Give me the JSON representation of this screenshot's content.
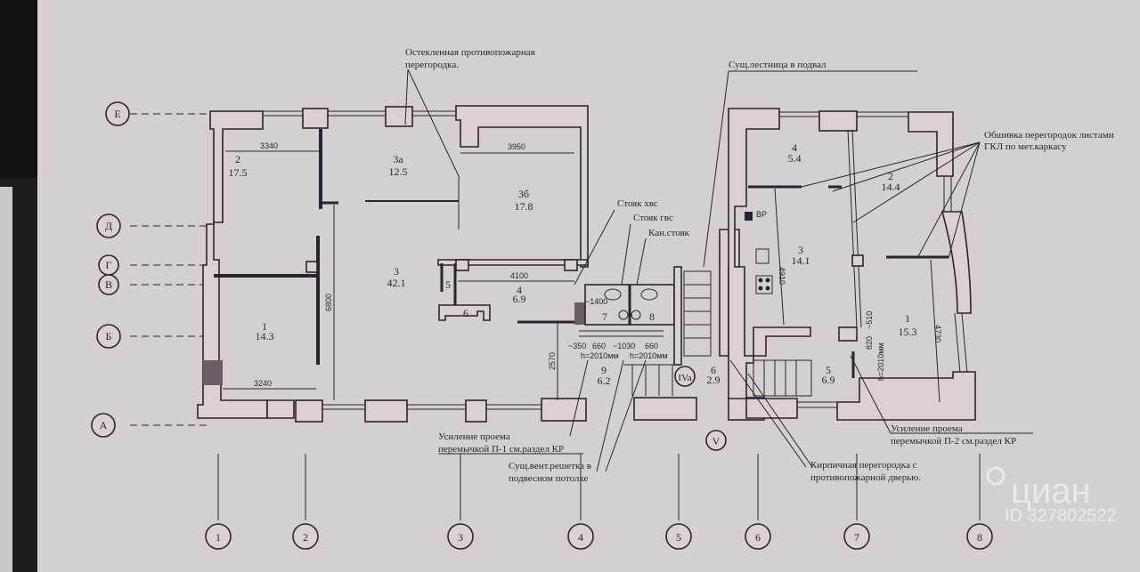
{
  "axes_rows": [
    "Е",
    "Д",
    "Г",
    "В",
    "Б",
    "А"
  ],
  "axes_cols": [
    "1",
    "2",
    "3",
    "4",
    "5",
    "6",
    "7",
    "8"
  ],
  "rooms_left": [
    {
      "num": "2",
      "area": "17.5"
    },
    {
      "num": "3а",
      "area": "12.5"
    },
    {
      "num": "3б",
      "area": "17.8"
    },
    {
      "num": "3",
      "area": "42.1"
    },
    {
      "num": "1",
      "area": "14.3"
    },
    {
      "num": "4",
      "area": "6.9"
    },
    {
      "num": "5",
      "area": ""
    },
    {
      "num": "6",
      "area": ""
    },
    {
      "num": "7",
      "area": ""
    },
    {
      "num": "8",
      "area": ""
    },
    {
      "num": "9",
      "area": "6.2"
    },
    {
      "num": "6",
      "area": "2.9"
    }
  ],
  "rooms_right": [
    {
      "num": "4",
      "area": "5.4"
    },
    {
      "num": "2",
      "area": "14.4"
    },
    {
      "num": "3",
      "area": "14.1"
    },
    {
      "num": "1",
      "area": "15.3"
    },
    {
      "num": "5",
      "area": "6.9"
    }
  ],
  "dims": [
    "3340",
    "3950",
    "6800",
    "3240",
    "4100",
    "2570",
    "4910",
    "4730",
    "~1400",
    "~350",
    "660",
    "~1030",
    "660",
    "h=2010мм",
    "h=2010мм",
    "820",
    "~510",
    "h=2010мм"
  ],
  "markers": {
    "stair_iva": "IVa",
    "stair_v": "V",
    "vr": "ВР"
  },
  "notes": {
    "glazed_1": "Остекленная противопожарная",
    "glazed_2": "перегородка.",
    "stair": "Сущ.лестница в подвал",
    "gkl_1": "Обшивка перегородок листами",
    "gkl_2": "ГКЛ по мет.каркасу",
    "cold": "Стояк хвс",
    "hot": "Стояк гвс",
    "sewer": "Кан.стояк",
    "p1_1": "Усиление проема",
    "p1_2": "перемычкой П-1 см.раздел КР",
    "vent_1": "Сущ.вент.решетка в",
    "vent_2": "подвесном потолке",
    "brick_1": "Кирпичная перегородка с",
    "brick_2": "противопожарной дверью.",
    "p2_1": "Усиление проема",
    "p2_2": "перемычкой П-2 см.раздел КР"
  },
  "watermark": {
    "brand": "циан",
    "id": "ID 327802522"
  }
}
